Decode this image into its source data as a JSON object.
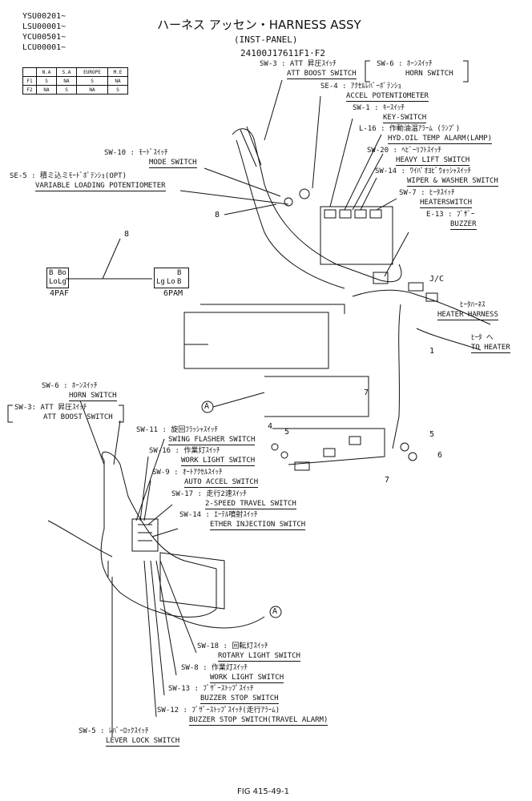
{
  "serials": [
    "YSU00201~",
    "LSU00001~",
    "YCU00501~",
    "LCU00001~"
  ],
  "title": "ハーネス アッセン・HARNESS ASSY",
  "subtitle": "(INST-PANEL)",
  "part_no": "24100J17611F1·F2",
  "fit_table": {
    "headers": [
      "",
      "N.A",
      "S.A",
      "EUROPE",
      "M.E"
    ],
    "rows": [
      [
        "F1",
        "S",
        "NA",
        "S",
        "NA"
      ],
      [
        "F2",
        "NA",
        "S",
        "NA",
        "S"
      ]
    ]
  },
  "labels": {
    "sw3_top": {
      "jp": "SW-3 : ATT 昇圧ｽｲｯﾁ",
      "en": "ATT BOOST SWITCH"
    },
    "sw6_top": {
      "jp": "SW-6 : ﾎｰﾝｽｲｯﾁ",
      "en": "HORN SWITCH"
    },
    "se4": {
      "jp": "SE-4 : ｱｸｾﾙﾚﾊﾞｰﾎﾟﾃﾝｼｮ",
      "en": "ACCEL POTENTIOMETER"
    },
    "sw1": {
      "jp": "SW-1 : ｷｰｽｲｯﾁ",
      "en": "KEY-SWITCH"
    },
    "l16": {
      "jp": "L-16 : 作動油温ｱﾗｰﾑ (ﾗﾝﾌﾟ)",
      "en": "HYD.OIL TEMP ALARM(LAMP)"
    },
    "sw20": {
      "jp": "SW-20 : ﾍﾋﾞｰﾘﾌﾄｽｲｯﾁ",
      "en": "HEAVY LIFT SWITCH"
    },
    "sw10": {
      "jp": "SW-10 : ﾓｰﾄﾞｽｲｯﾁ",
      "en": "MODE SWITCH"
    },
    "sw14_top": {
      "jp": "SW-14 : ﾜｲﾊﾟｵﾖﾋﾞｳｫｯｼｬｽｲｯﾁ",
      "en": "WIPER & WASHER SWITCH"
    },
    "se5": {
      "jp": "SE-5 : 積ミ込ミﾓｰﾄﾞﾎﾟﾃﾝｼｮ(OPT)",
      "en": "VARIABLE LOADING POTENTIOMETER"
    },
    "sw7": {
      "jp": "SW-7 : ﾋｰﾀｽｲｯﾁ",
      "en": "HEATERSWITCH"
    },
    "e13": {
      "jp": "E-13 : ﾌﾞｻﾞｰ",
      "en": "BUZZER"
    },
    "jc": "J/C",
    "heater_harness": {
      "jp": "ﾋｰﾀﾊｰﾈｽ",
      "en": "HEATER HARNESS"
    },
    "to_heater": {
      "jp": "ﾋｰﾀ へ",
      "en": "TO HEATER"
    },
    "sw6_bot": {
      "jp": "SW-6 : ﾎｰﾝｽｲｯﾁ",
      "en": "HORN SWITCH"
    },
    "sw3_bot": {
      "jp": "SW-3: ATT 昇圧ｽｲｯﾁ",
      "en": "ATT BOOST SWITCH"
    },
    "sw11": {
      "jp": "SW-11 : 旋回ﾌﾗｯｼｬｽｲｯﾁ",
      "en": "SWING FLASHER SWITCH"
    },
    "sw16": {
      "jp": "SW-16 : 作業灯ｽｲｯﾁ",
      "en": "WORK LIGHT SWITCH"
    },
    "sw9": {
      "jp": "SW-9 : ｵｰﾄｱｸｾﾙｽｲｯﾁ",
      "en": "AUTO ACCEL SWITCH"
    },
    "sw17": {
      "jp": "SW-17 : 走行2速ｽｲｯﾁ",
      "en": "2-SPEED TRAVEL SWITCH"
    },
    "sw14_bot": {
      "jp": "SW-14 : ｴｰﾃﾙ噴射ｽｲｯﾁ",
      "en": "ETHER INJECTION SWITCH"
    },
    "sw18": {
      "jp": "SW-18 : 回転灯ｽｲｯﾁ",
      "en": "ROTARY LIGHT SWITCH"
    },
    "sw8": {
      "jp": "SW-8 : 作業灯ｽｲｯﾁ",
      "en": "WORK LIGHT SWITCH"
    },
    "sw13": {
      "jp": "SW-13 : ﾌﾞｻﾞｰｽﾄｯﾌﾟｽｲｯﾁ",
      "en": "BUZZER STOP SWITCH"
    },
    "sw12": {
      "jp": "SW-12 : ﾌﾞｻﾞｰｽﾄｯﾌﾟｽｲｯﾁ(走行ｱﾗｰﾑ)",
      "en": "BUZZER STOP SWITCH(TRAVEL ALARM)"
    },
    "sw5": {
      "jp": "SW-5 : ﾚﾊﾞｰﾛｯｸｽｲｯﾁ",
      "en": "LEVER LOCK SWITCH"
    }
  },
  "connectors": {
    "paf": {
      "name": "4PAF",
      "pins": [
        "B",
        "Bo",
        "Lo",
        "Lg"
      ]
    },
    "pam": {
      "name": "6PAM",
      "pins": [
        "",
        "B",
        "Lg",
        "Lo",
        "B",
        ""
      ]
    }
  },
  "callouts": [
    "8",
    "8",
    "1",
    "7",
    "7",
    "4",
    "5",
    "5",
    "6",
    "A",
    "A"
  ],
  "figure": "FIG 415-49-1"
}
